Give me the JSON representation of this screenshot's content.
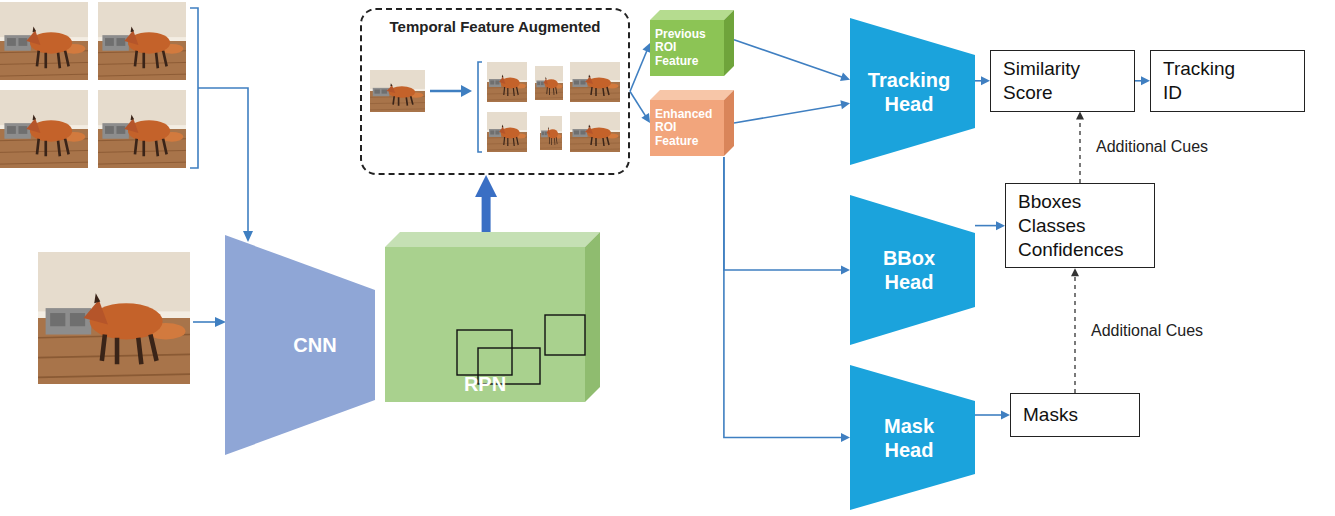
{
  "diagram": {
    "nodes": [
      {
        "text": [
          "Temporal Feature Augmented"
        ]
      },
      {
        "text": [
          "Previous ROI Feature"
        ]
      },
      {
        "text": [
          "Enhanced ROI Feature"
        ]
      },
      {
        "text": [
          "Tracking Head"
        ]
      },
      {
        "text": [
          "Similarity Score"
        ]
      },
      {
        "text": [
          "Tracking ID"
        ]
      },
      {
        "text": [
          "BBox Head"
        ]
      },
      {
        "text": [
          "Bboxes Classes Confidences"
        ]
      },
      {
        "text": [
          "CNN"
        ]
      },
      {
        "text": [
          "RPN"
        ]
      },
      {
        "text": [
          "Mask Head"
        ]
      },
      {
        "text": [
          "Masks"
        ]
      }
    ],
    "edges": [
      {
        "from": 9,
        "to": 0,
        "arrow": "to"
      },
      {
        "from": 0,
        "to": 1,
        "arrow": "to"
      },
      {
        "from": 0,
        "to": 2,
        "arrow": "to"
      },
      {
        "from": 1,
        "to": 3,
        "arrow": "to"
      },
      {
        "from": 2,
        "to": 3,
        "arrow": "to"
      },
      {
        "from": 3,
        "to": 4,
        "arrow": "to"
      },
      {
        "from": 4,
        "to": 5,
        "arrow": "to"
      },
      {
        "from": 2,
        "to": 6,
        "arrow": "to"
      },
      {
        "from": 2,
        "to": 10,
        "arrow": "to"
      },
      {
        "from": 6,
        "to": 7,
        "arrow": "to"
      },
      {
        "from": 10,
        "to": 11,
        "arrow": "to"
      },
      {
        "from": 11,
        "to": 7,
        "label": "Additional Cues",
        "arrow": "to"
      },
      {
        "from": 7,
        "to": 4,
        "label": "Additional Cues",
        "arrow": "to"
      }
    ]
  }
}
